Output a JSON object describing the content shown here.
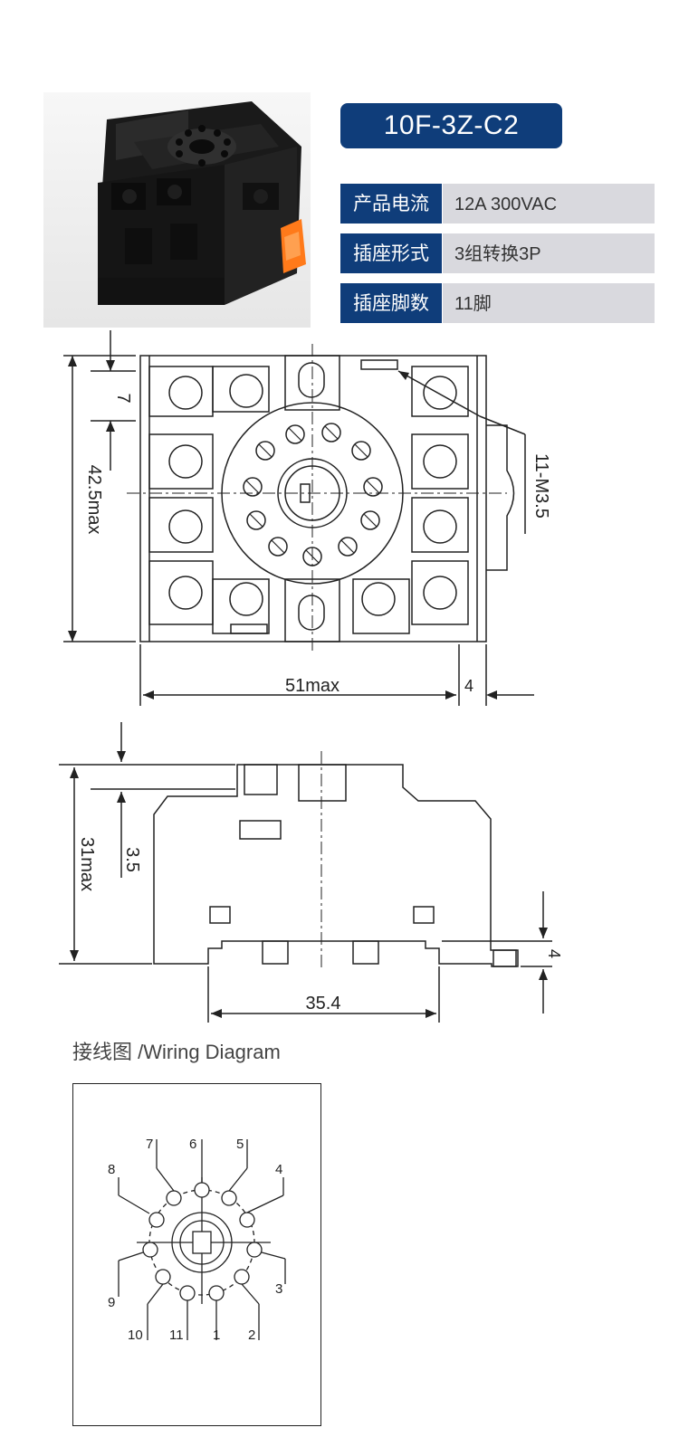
{
  "product": {
    "model": "10F-3Z-C2",
    "photo_icon": "relay-socket-photo"
  },
  "specs": [
    {
      "label": "产品电流",
      "value": "12A 300VAC"
    },
    {
      "label": "插座形式",
      "value": "3组转换3P"
    },
    {
      "label": "插座脚数",
      "value": "11脚"
    }
  ],
  "top_view": {
    "height_dim": "42.5max",
    "top_offset_dim": "7",
    "width_dim": "51max",
    "right_dim": "4",
    "screw_label": "11-M3.5"
  },
  "side_view": {
    "height_dim": "31max",
    "top_step_dim": "3.5",
    "base_width_dim": "35.4",
    "foot_dim": "4"
  },
  "wiring": {
    "title": "接线图 /Wiring Diagram",
    "pins": [
      "1",
      "2",
      "3",
      "4",
      "5",
      "6",
      "7",
      "8",
      "9",
      "10",
      "11"
    ]
  },
  "colors": {
    "accent": "#0f3d7a",
    "spec_value_bg": "#d9d9de",
    "photo_bg": "#f2f2f2"
  }
}
